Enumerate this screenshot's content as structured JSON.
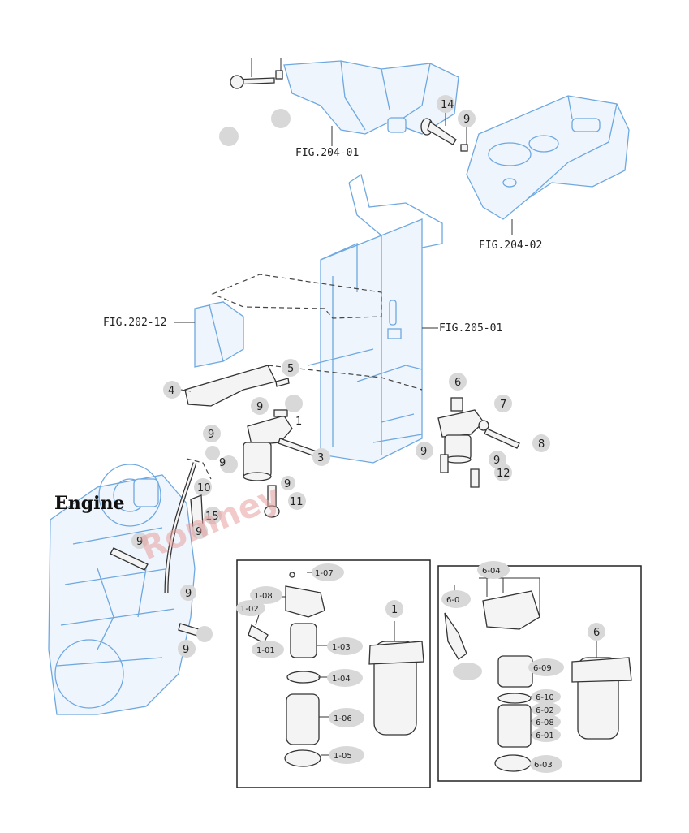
{
  "figure_refs": {
    "fig_204_01": "FIG.204-01",
    "fig_204_02": "FIG.204-02",
    "fig_202_12": "FIG.202-12",
    "fig_205_01": "FIG.205-01"
  },
  "engine_label": "Engine",
  "watermark": "Romney",
  "callouts": {
    "c14": "14",
    "c9_top": "9",
    "c5": "5",
    "c1": "1",
    "c4": "4",
    "c9_a": "9",
    "c9_b": "9",
    "c9_c": "9",
    "c3": "3",
    "c9_d": "9",
    "c11": "11",
    "c10": "10",
    "c15": "15",
    "c9_e": "9",
    "c9_f": "9",
    "c9_g": "9",
    "c9_h": "9",
    "c6": "6",
    "c7": "7",
    "c8": "8",
    "c9_i": "9",
    "c9_j": "9",
    "c12": "12"
  },
  "left_box": {
    "p1_07": "1-07",
    "p1_08": "1-08",
    "p1_02": "1-02",
    "p1_01": "1-01",
    "p1_03": "1-03",
    "p1_04": "1-04",
    "p1_06": "1-06",
    "p1_05": "1-05",
    "p1": "1"
  },
  "right_box": {
    "p6_04": "6-04",
    "p6_0x": "6-0",
    "p6_09": "6-09",
    "p6_10": "6-10",
    "p6_02": "6-02",
    "p6_08": "6-08",
    "p6_01": "6-01",
    "p6_03": "6-03",
    "p6": "6"
  }
}
